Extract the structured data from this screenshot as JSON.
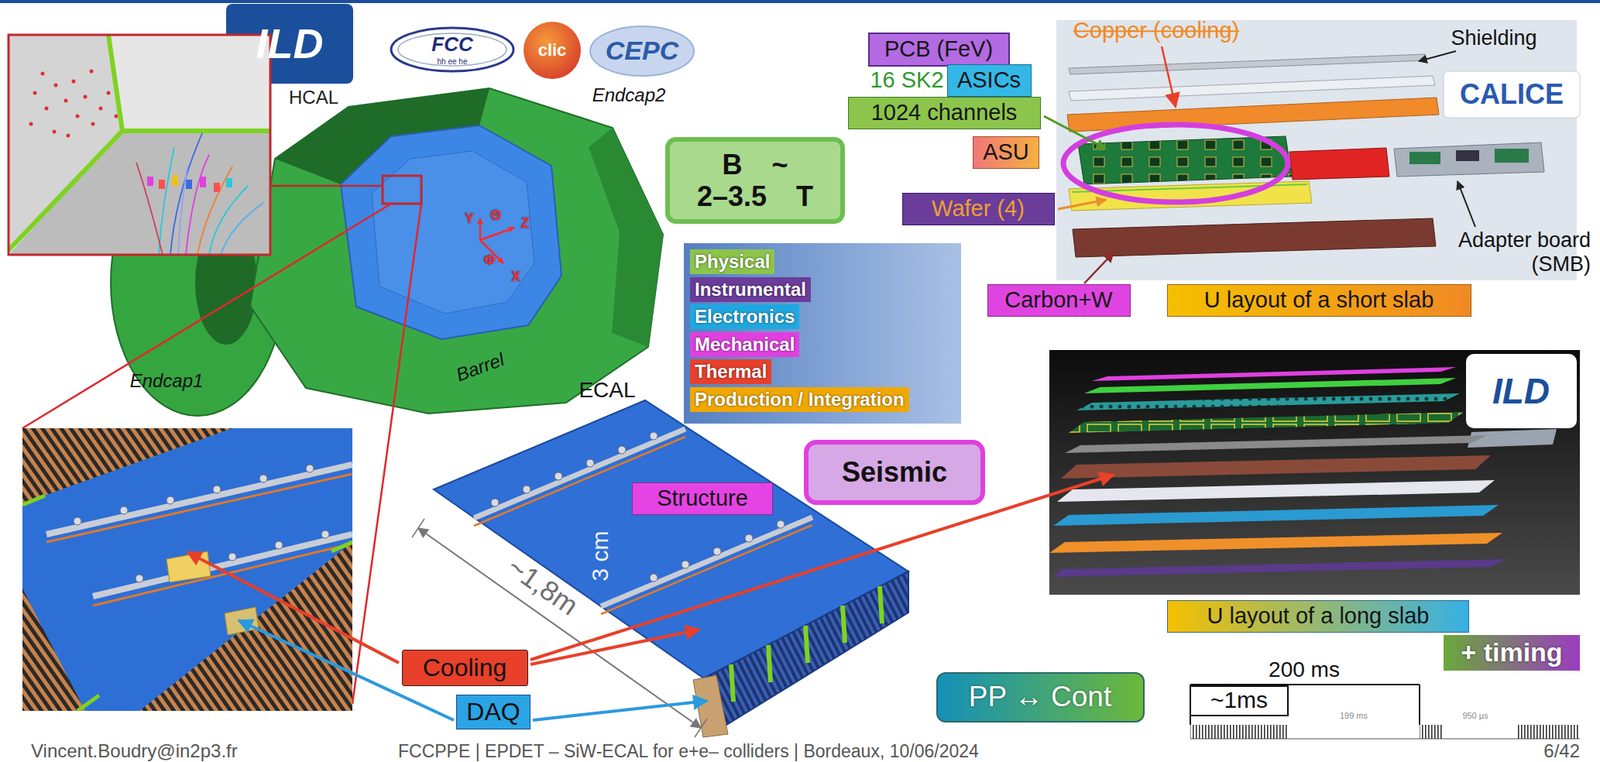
{
  "diagram": {
    "nodes": [
      {
        "text": [
          "PCB (FeV)"
        ]
      },
      {
        "text": [
          "ASICs"
        ]
      },
      {
        "text": [
          "1024 channels"
        ]
      },
      {
        "text": [
          "B ~ 2–3.5 T"
        ]
      },
      {
        "text": [
          "ASU"
        ]
      },
      {
        "text": [
          "Wafer (4)"
        ]
      },
      {
        "text": [
          "Carbon+W"
        ]
      },
      {
        "text": [
          "U layout of a short slab"
        ]
      },
      {
        "text": [
          "Seismic"
        ]
      },
      {
        "text": [
          "Structure"
        ]
      },
      {
        "text": [
          "U layout of a long slab"
        ]
      },
      {
        "text": [
          "+ timing"
        ]
      },
      {
        "text": [
          "Cooling"
        ]
      },
      {
        "text": [
          "PP ↔ Cont"
        ]
      },
      {
        "text": [
          "DAQ"
        ]
      }
    ],
    "labels": [
      "HCAL",
      "ILD",
      "FCC",
      "hh ee he",
      "clic",
      "CEPC",
      "Endcap2",
      "Copper (cooling)",
      "Shielding",
      "CALICE",
      "16 SK2",
      "Y",
      "Θ",
      "Z",
      "Φ",
      "X",
      "Adapter board (SMB)",
      "Endcap1",
      "Barrel",
      "ECAL",
      "ILD",
      "3 cm",
      "~1,8m",
      "200 ms",
      "~1ms",
      "199 ms",
      "950 µs",
      "Vincent.Boudry@in2p3.fr",
      "FCCPPE | EPDET – SiW-ECAL for e+e– colliders | Bordeaux, 10/06/2024",
      "6/42"
    ],
    "legend": [
      {
        "text": "Physical",
        "color": "#8cc54b"
      },
      {
        "text": "Instrumental",
        "color": "#6a3d9a"
      },
      {
        "text": "Electronics",
        "color": "#1fa8e0"
      },
      {
        "text": "Mechanical",
        "color": "#e040e0"
      },
      {
        "text": "Thermal",
        "color": "#e8402a"
      },
      {
        "text": "Production / Integration",
        "color": "#f0a800"
      }
    ]
  }
}
